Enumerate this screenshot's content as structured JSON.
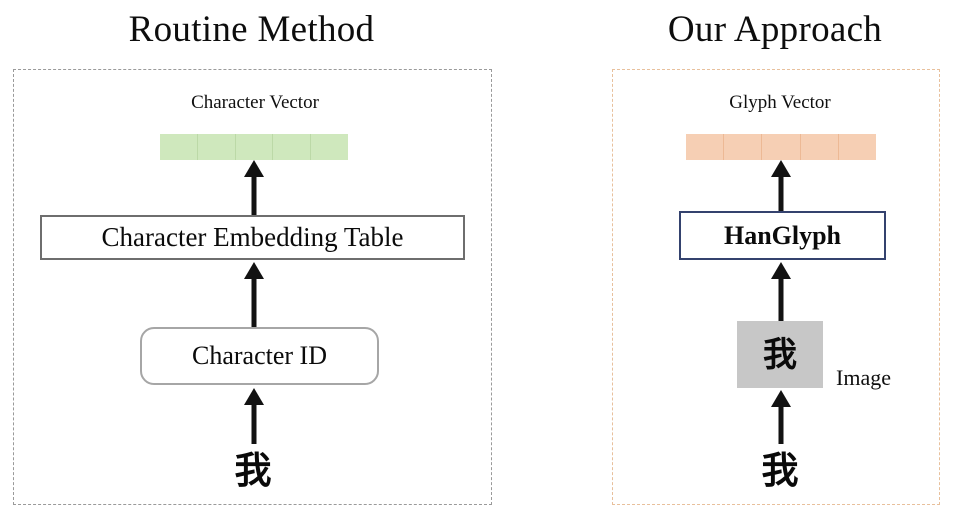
{
  "figure": {
    "title_left": "Routine Method",
    "title_right": "Our Approach"
  },
  "left_panel": {
    "name": "routine-method",
    "border_color": "#9a9a9a",
    "caption_top": "Character Vector",
    "vector": {
      "label": "Character Vector",
      "color": "#cfe8bd",
      "cells": 5
    },
    "embedding_box": {
      "label": "Character Embedding Table",
      "border_color": "#6e6e6e"
    },
    "id_box": {
      "label": "Character ID",
      "border_color": "#a6a6a6"
    },
    "input_character": "我",
    "arrows": [
      {
        "name": "arrow-charid-to-embed"
      },
      {
        "name": "arrow-embed-to-vector"
      },
      {
        "name": "arrow-char-to-charid"
      }
    ]
  },
  "right_panel": {
    "name": "our-approach",
    "border_color": "#e8c09c",
    "caption_top": "Glyph Vector",
    "vector": {
      "label": "Glyph Vector",
      "color": "#f6cfb4",
      "cells": 5
    },
    "model_box": {
      "label": "HanGlyph",
      "border_color": "#34426e"
    },
    "image_swatch": {
      "character": "我",
      "background_color": "#c7c7c7",
      "side_label": "Image"
    },
    "input_character": "我",
    "arrows": [
      {
        "name": "arrow-image-to-hanglyph"
      },
      {
        "name": "arrow-hanglyph-to-vector"
      },
      {
        "name": "arrow-char-to-image"
      }
    ]
  },
  "icons": {
    "arrow_up": "arrow-up-icon"
  }
}
